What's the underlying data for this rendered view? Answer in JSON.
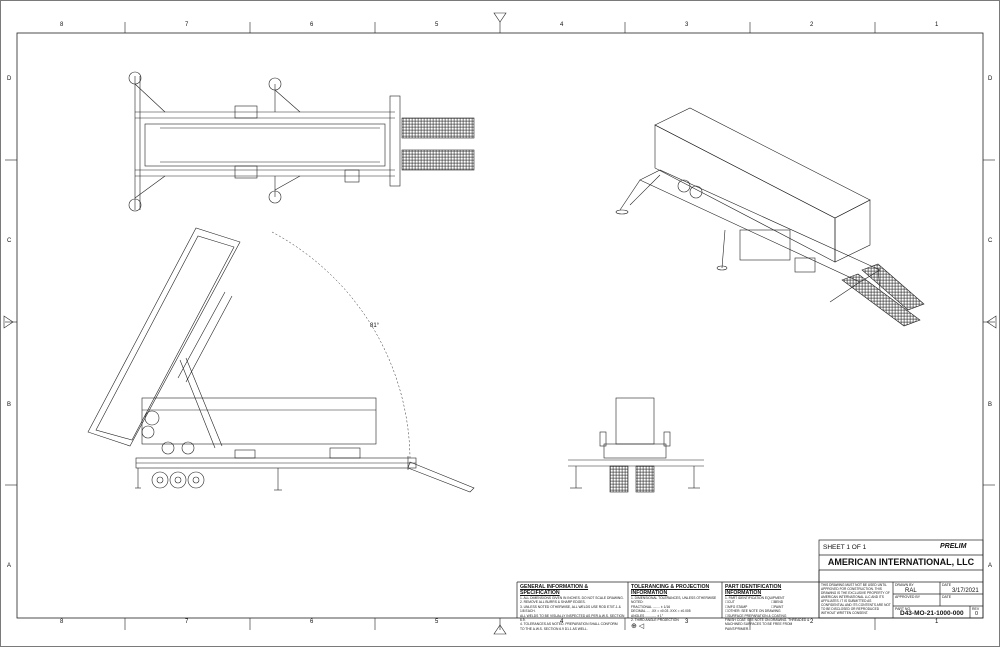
{
  "border": {
    "columns_top": [
      "8",
      "7",
      "6",
      "5",
      "4",
      "3",
      "2",
      "1"
    ],
    "columns_bottom": [
      "8",
      "7",
      "6",
      "5",
      "4",
      "3",
      "2",
      "1"
    ],
    "rows_left": [
      "D",
      "C",
      "B",
      "A"
    ],
    "rows_right": [
      "D",
      "C",
      "B",
      "A"
    ]
  },
  "side_view": {
    "angle_label": "81°"
  },
  "title_block": {
    "sheet": "SHEET 1 OF 1",
    "status": "PRELIM",
    "company": "AMERICAN INTERNATIONAL, LLC",
    "drawn_by_label": "DRAWN BY",
    "drawn_by": "RAL",
    "date_label": "DATE",
    "date": "3/17/2021",
    "approved_by_label": "APPROVED BY",
    "date2_label": "DATE",
    "part_no_label": "PART NO.",
    "part_no": "D43-MO-21-1000-000",
    "rev_label": "REV",
    "rev": "0",
    "proprietary": "THIS DRAWING MUST NOT BE USED UNTIL APPROVED FOR CONSTRUCTION. THIS DRAWING IS THE EXCLUSIVE PROPERTY OF AMERICAN INTERNATIONAL LLC AND ITS AFFILIATES. IT IS SUBMITTED AS CONFIDENTIAL AND ITS CONTENTS ARE NOT TO BE DISCLOSED OR REPRODUCED WITHOUT WRITTEN CONSENT."
  },
  "notes": {
    "general_title": "GENERAL INFORMATION & SPECIFICATION",
    "general_lines": [
      "1. ALL DIMENSIONS GIVEN IN INCHES. DO NOT SCALE DRAWING.",
      "2. REMOVE ALL BURRS & SHARP EDGES.",
      "3. UNLESS NOTED OTHERWISE, ALL WELDS USE ROD E70T-1 & 1/8 EACH.",
      "ALL WELDS TO BE VISUALLY INSPECTED AS PER A.W.S. SECTION 6.9.",
      "4. TOLERANCES AS NOTED. PREPARATION SHALL CONFORM",
      "TO THE A.W.S. SECTION 6.9 D1.1 AS WELL."
    ],
    "tolerance_title": "TOLERANCING & PROJECTION INFORMATION",
    "tolerance_lines": [
      "1. DIMENSIONAL TOLERANCES, UNLESS OTHERWISE NOTED:",
      "FRACTIONAL ........ ± 1/16",
      "DECIMAL .... .XX = ±0.03    .XXX = ±0.005",
      "ANGLES ............ ± 1°",
      "2. THIRD ANGLE PROJECTION"
    ],
    "part_title": "PART IDENTIFICATION INFORMATION",
    "part_header": "1. PART IDENTIFICATION EQUIPMENT",
    "part_options": [
      "CUT",
      "BEND",
      "MFG STAMP",
      "PAINT",
      "OTHER: SEE NOTE ON DRAWING",
      "SURFACE PREPARATION & COATING"
    ],
    "part_footer": "FINISH COAT: SEE NOTE ON DRAWING. THREADED & MACHINED SURFACES TO BE FREE FROM PAINT/PRIMER."
  }
}
